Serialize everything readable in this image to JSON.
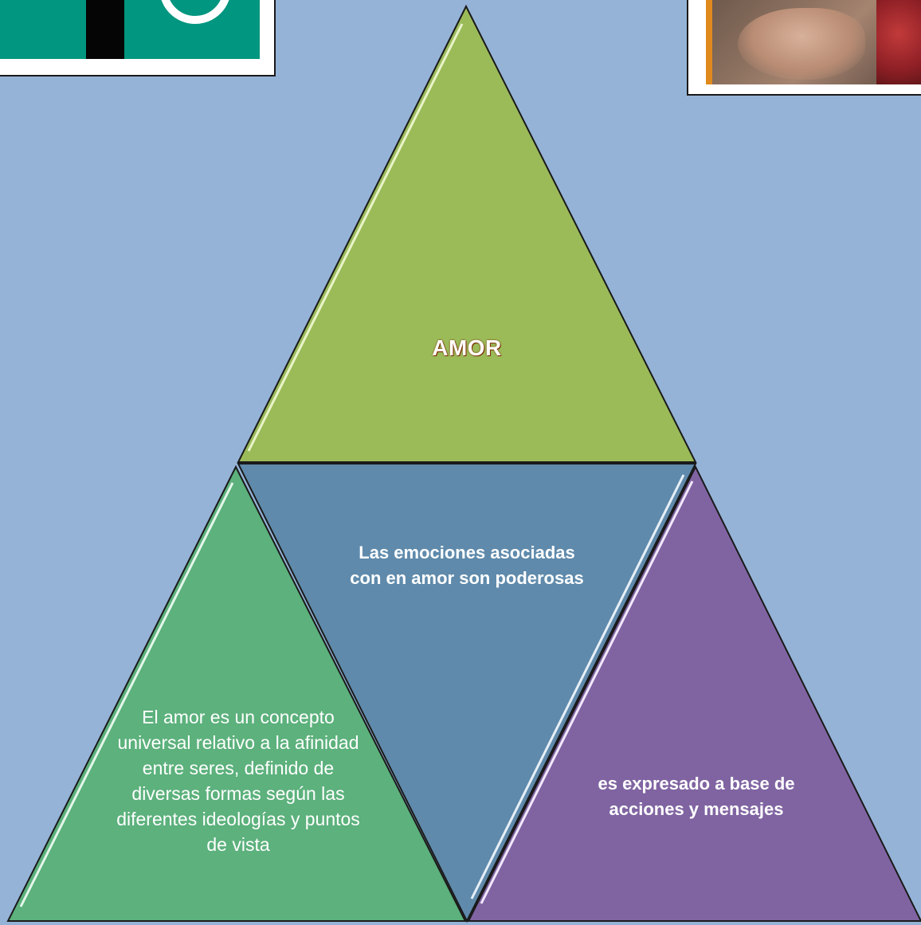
{
  "diagram": {
    "top": {
      "label": "AMOR"
    },
    "center": {
      "label": "Las emociones asociadas con en amor son poderosas"
    },
    "left": {
      "label": "El amor es un concepto universal relativo a la afinidad entre seres, definido de diversas formas según las diferentes ideologías y puntos de vista"
    },
    "right": {
      "label": "es expresado a base de acciones y mensajes"
    }
  },
  "colors": {
    "background": "#95b3d7",
    "top_triangle": "#9bbb59",
    "center_triangle": "#5f8aab",
    "left_triangle": "#5cb17c",
    "right_triangle": "#8064a2",
    "top_label_outline": "#7a2a00"
  },
  "images": [
    {
      "name": "teal-black-photo"
    },
    {
      "name": "hand-photo"
    }
  ]
}
